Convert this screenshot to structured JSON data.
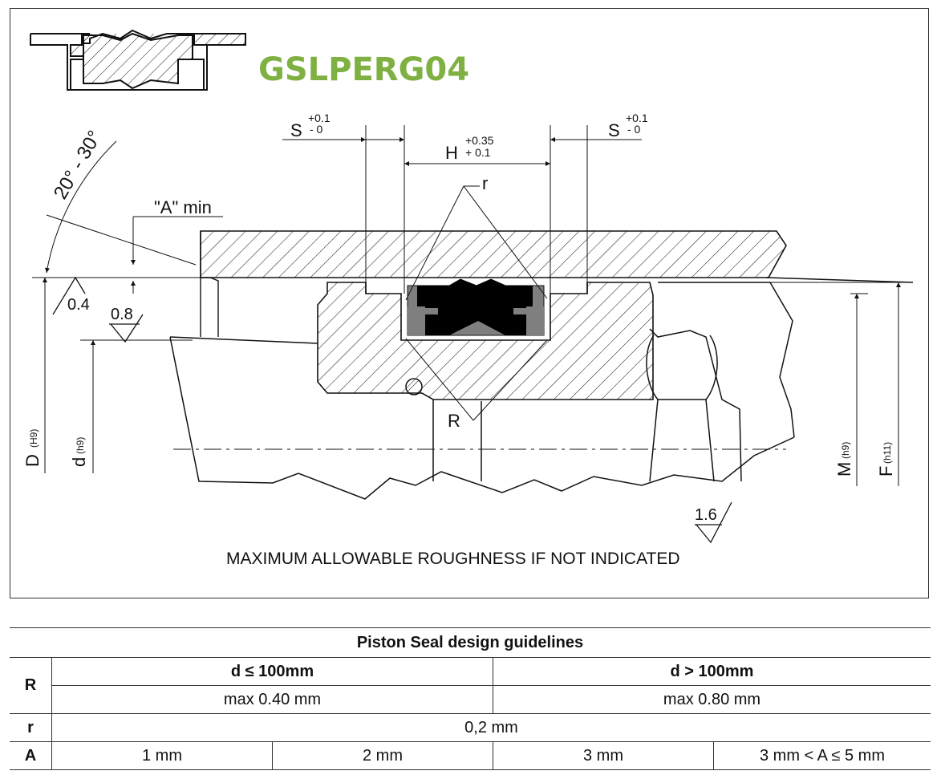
{
  "drawing": {
    "profile_code": "GSLPERG04",
    "angle_label": "20° - 30°",
    "a_min_label": "\"A\" min",
    "dims": {
      "s_left": "S",
      "s_left_tol_upper": "+0.1",
      "s_left_tol_lower": "- 0",
      "s_right": "S",
      "s_right_tol_upper": "+0.1",
      "s_right_tol_lower": "- 0",
      "h": "H",
      "h_tol_upper": "+0.35",
      "h_tol_lower": "+ 0.1",
      "r_small": "r",
      "r_large": "R",
      "d_bore": "D",
      "d_bore_fit": "(H9)",
      "d_rod": "d",
      "d_rod_fit": "(h9)",
      "m": "M",
      "m_fit": "(h9)",
      "f": "F",
      "f_fit": "(h11)"
    },
    "roughness": {
      "r04": "0.4",
      "r08": "0.8",
      "r16": "1.6"
    },
    "note": "MAXIMUM ALLOWABLE ROUGHNESS IF NOT INDICATED",
    "colors": {
      "code": "#7fb042",
      "seal_black": "#000000",
      "seal_grey": "#7f7f7f"
    }
  },
  "table": {
    "title": "Piston Seal design guidelines",
    "r_label": "R",
    "r_col1_header": "d ≤ 100mm",
    "r_col2_header": "d > 100mm",
    "r_col1_value": "max 0.40 mm",
    "r_col2_value": "max 0.80 mm",
    "small_r_label": "r",
    "small_r_value": "0,2 mm",
    "a_label": "A",
    "a_values": [
      "1 mm",
      "2 mm",
      "3 mm",
      "3 mm < A ≤ 5 mm"
    ]
  }
}
